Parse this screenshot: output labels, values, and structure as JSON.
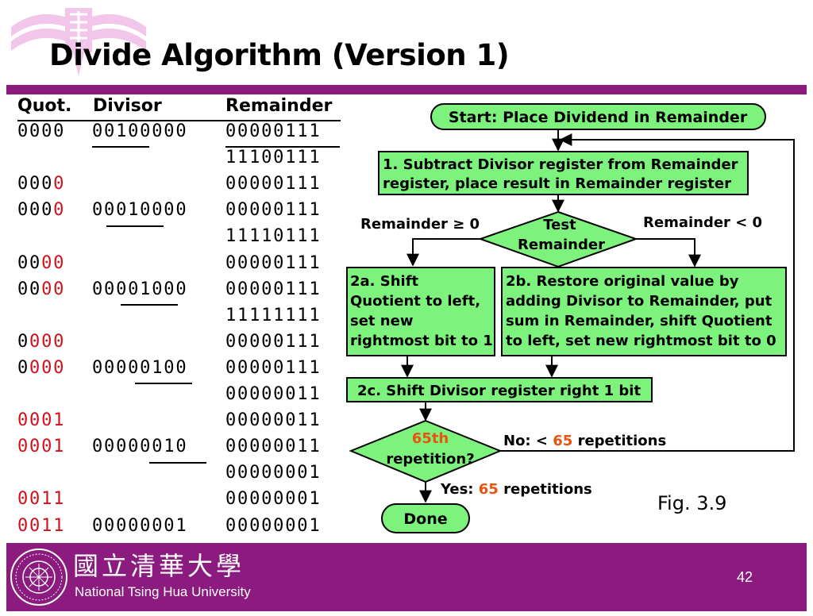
{
  "slide": {
    "title": "Divide Algorithm (Version 1)",
    "figure_caption": "Fig. 3.9",
    "page_number": "42"
  },
  "colors": {
    "accent_bar": "#8b1b7f",
    "highlight_red": "#d0101a",
    "flowchart_fill": "#7df27d",
    "repetition_number": "#e8540e"
  },
  "table": {
    "headers": {
      "quot": "Quot.",
      "divisor": "Divisor",
      "remainder": "Remainder"
    },
    "rows": [
      {
        "quot": "0000",
        "quot_red": "",
        "divisor": "00100000",
        "remainder": "00000111"
      },
      {
        "quot": "",
        "quot_red": "",
        "divisor": "",
        "remainder": "11100111"
      },
      {
        "quot": "000",
        "quot_red": "0",
        "divisor": "",
        "remainder": "00000111"
      },
      {
        "quot": "000",
        "quot_red": "0",
        "divisor": "00010000",
        "remainder": "00000111"
      },
      {
        "quot": "",
        "quot_red": "",
        "divisor": "",
        "remainder": "11110111"
      },
      {
        "quot": "00",
        "quot_red": "00",
        "divisor": "",
        "remainder": "00000111"
      },
      {
        "quot": "00",
        "quot_red": "00",
        "divisor": "00001000",
        "remainder": "00000111"
      },
      {
        "quot": "",
        "quot_red": "",
        "divisor": "",
        "remainder": "11111111"
      },
      {
        "quot": "0",
        "quot_red": "000",
        "divisor": "",
        "remainder": "00000111"
      },
      {
        "quot": "0",
        "quot_red": "000",
        "divisor": "00000100",
        "remainder": "00000111"
      },
      {
        "quot": "",
        "quot_red": "",
        "divisor": "",
        "remainder": "00000011"
      },
      {
        "quot": "",
        "quot_red": "0001",
        "divisor": "",
        "remainder": "00000011"
      },
      {
        "quot": "",
        "quot_red": "0001",
        "divisor": "00000010",
        "remainder": "00000011"
      },
      {
        "quot": "",
        "quot_red": "",
        "divisor": "",
        "remainder": "00000001"
      },
      {
        "quot": "",
        "quot_red": "0011",
        "divisor": "",
        "remainder": "00000001"
      },
      {
        "quot": "",
        "quot_red": "0011",
        "divisor": "00000001",
        "remainder": "00000001"
      }
    ]
  },
  "flowchart": {
    "start": "Start: Place Dividend in Remainder",
    "step1_line1": "1. Subtract Divisor register from Remainder",
    "step1_line2": "register, place result in Remainder register",
    "test_line1": "Test",
    "test_line2": "Remainder",
    "branch_left": "Remainder ≥ 0",
    "branch_right": "Remainder < 0",
    "step2a_lines": [
      "2a. Shift",
      "Quotient to left,",
      "set new",
      "rightmost bit to 1"
    ],
    "step2b_lines": [
      "2b. Restore original value by",
      "adding Divisor to Remainder, put",
      "sum in Remainder, shift Quotient",
      "to left, set new rightmost bit to 0"
    ],
    "step2c": "2c. Shift Divisor register right 1 bit",
    "rep_line1": "65th",
    "rep_line2": "repetition?",
    "no_prefix": "No: < ",
    "no_number": "65",
    "no_suffix": " repetitions",
    "yes_prefix": "Yes: ",
    "yes_number": "65",
    "yes_suffix": " repetitions",
    "done": "Done"
  },
  "footer": {
    "university_chinese": "國立清華大學",
    "university_english": "National Tsing Hua University"
  }
}
